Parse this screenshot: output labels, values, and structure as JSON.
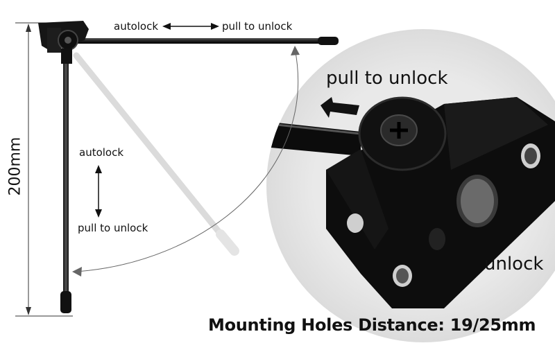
{
  "labels": {
    "top_autolock": "autolock",
    "top_pull_to_unlock": "pull to unlock",
    "mid_autolock": "autolock",
    "mid_pull_to_unlock": "pull to unlock",
    "height_dimension": "200mm",
    "zoom_pull_to_unlock": "pull to unlock",
    "zoom_unlock": "unlock",
    "mounting_holes": "Mounting Holes Distance: 19/25mm"
  }
}
